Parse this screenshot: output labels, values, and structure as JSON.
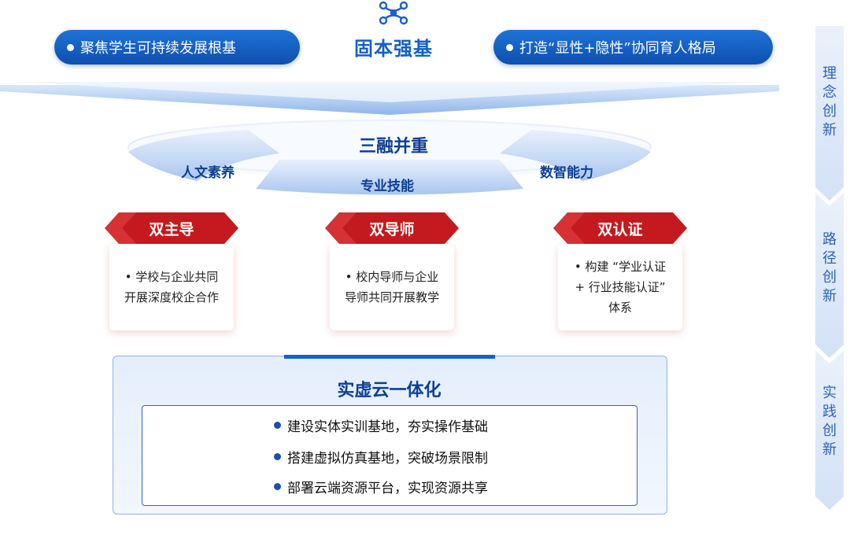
{
  "top": {
    "logo_icon": "molecule-network-icon",
    "title": "固本强基",
    "pill_left": "聚焦学生可持续发展根基",
    "pill_right": "打造“显性+隐性”协同育人格局"
  },
  "ring": {
    "center": "三融并重",
    "left": "人文素养",
    "bottom": "专业技能",
    "right": "数智能力"
  },
  "cards": [
    {
      "tag": "双主导",
      "lines": [
        "• 学校与企业共同",
        "开展深度校企合作"
      ]
    },
    {
      "tag": "双导师",
      "lines": [
        "• 校内导师与企业",
        "导师共同开展教学"
      ]
    },
    {
      "tag": "双认证",
      "lines": [
        "• 构建 “学业认证",
        "+ 行业技能认证”",
        "体系"
      ]
    }
  ],
  "bottom": {
    "title": "实虚云一体化",
    "items": [
      "建设实体实训基地，夯实操作基础",
      "搭建虚拟仿真基地，突破场景限制",
      "部署云端资源平台，实现资源共享"
    ]
  },
  "sidebar": {
    "labels": [
      [
        "理",
        "念",
        "创",
        "新"
      ],
      [
        "路",
        "径",
        "创",
        "新"
      ],
      [
        "实",
        "践",
        "创",
        "新"
      ]
    ]
  },
  "colors": {
    "primary_blue": "#1460c4",
    "dark_blue": "#0d3f94",
    "tag_red": "#c41a1f",
    "side_blue": "#2c63b8"
  }
}
